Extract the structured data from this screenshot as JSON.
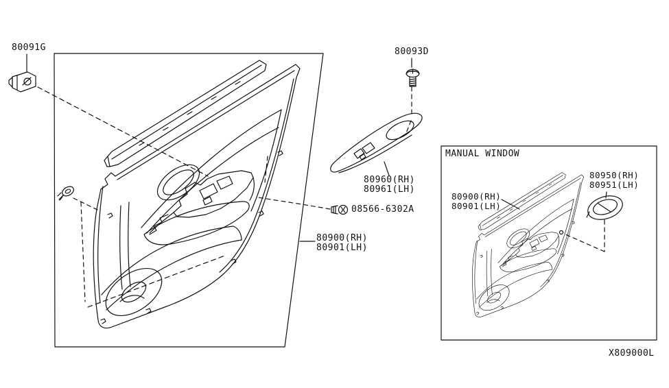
{
  "colors": {
    "background": "#ffffff",
    "line": "#111111",
    "text": "#111111"
  },
  "diagram_code": "X809000L",
  "callouts": {
    "clip_grommet": "80091G",
    "screw_grab_handle": "80093D",
    "finisher_rh": "80960(RH)",
    "finisher_lh": "80961(LH)",
    "screw_tapping": "08566-6302A",
    "door_trim_rh": "80900(RH)",
    "door_trim_lh": "80901(LH)"
  },
  "inset": {
    "title": "MANUAL WINDOW",
    "door_trim_rh": "80900(RH)",
    "door_trim_lh": "80901(LH)",
    "escutcheon_rh": "80950(RH)",
    "escutcheon_lh": "80951(LH)"
  },
  "icons": {
    "clip_80091G": "trim-clip-icon",
    "push_clip": "push-clip-icon",
    "screw_80093D": "screw-icon",
    "screw_08566": "screw-icon"
  }
}
